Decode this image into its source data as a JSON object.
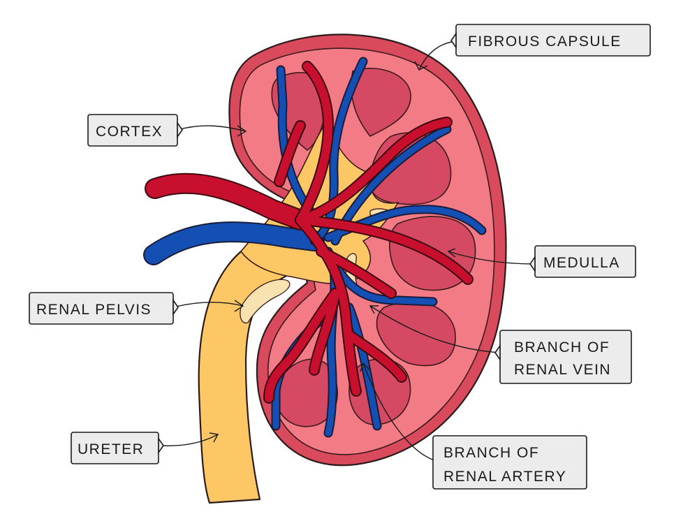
{
  "labels": {
    "fibrous_capsule": "FIBROUS CAPSULE",
    "cortex": "CORTEX",
    "medulla": "MEDULLA",
    "renal_pelvis": "RENAL PELVIS",
    "vein_line1": "BRANCH OF",
    "vein_line2": "RENAL VEIN",
    "ureter": "URETER",
    "artery_line1": "BRANCH OF",
    "artery_line2": "RENAL ARTERY"
  },
  "colors": {
    "capsule": "#d94a5c",
    "cortex": "#f27b86",
    "medulla": "#d54a62",
    "pelvis": "#fdc766",
    "artery": "#c8102e",
    "vein": "#1450b4",
    "label_box": "#ececec"
  }
}
